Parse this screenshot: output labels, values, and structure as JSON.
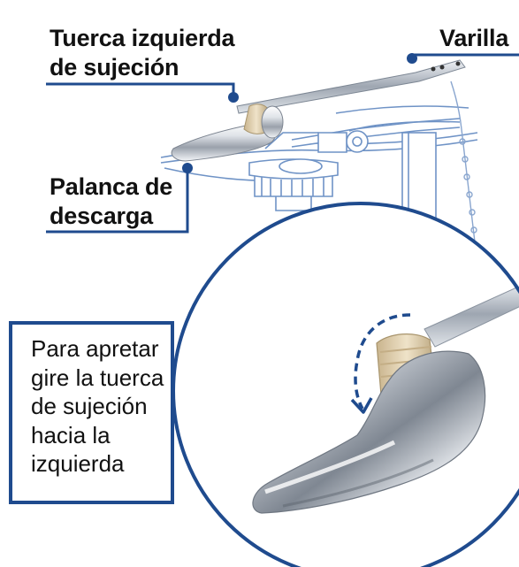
{
  "labels": {
    "nut": "Tuerca izquierda\nde sujeción",
    "rod": "Varilla",
    "lever": "Palanca de\ndescarga"
  },
  "callout": {
    "text": "Para apretar\ngire la tuerca\nde sujeción\nhacia la\nizquierda"
  },
  "colors": {
    "accent": "#1f4b8e",
    "line_art": "#6f93c6",
    "chrome_light": "#f2f4f7",
    "chrome_dark": "#8a919c",
    "nut_beige": "#e3d2b0"
  }
}
